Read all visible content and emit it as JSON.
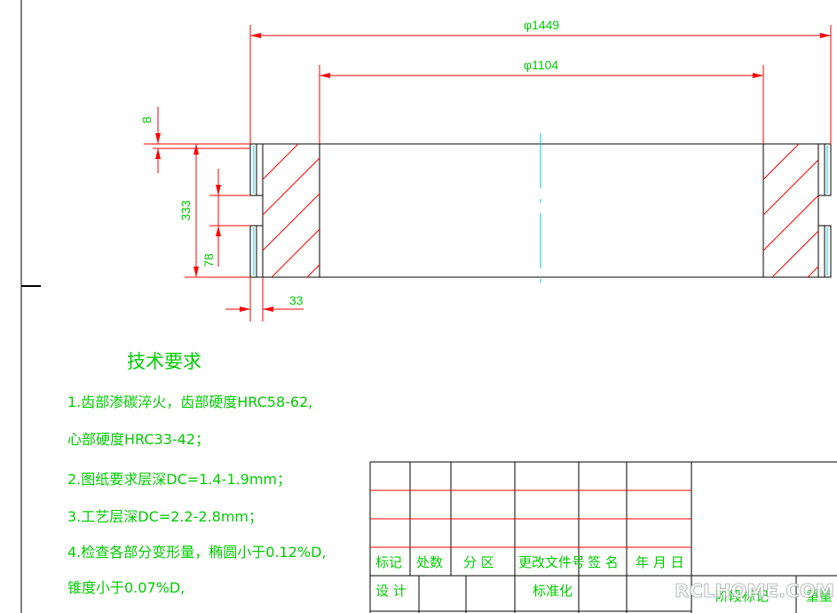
{
  "dimensions": {
    "outer_diameter": "φ1449",
    "inner_diameter": "φ1104",
    "top_offset": "8",
    "total_height": "333",
    "groove_height": "78",
    "groove_depth": "33"
  },
  "tech_requirements": {
    "title": "技术要求",
    "lines": [
      "1.齿部渗碳淬火，齿部硬度HRC58-62,",
      "心部硬度HRC33-42；",
      "2.图纸要求层深DC=1.4-1.9mm；",
      "3.工艺层深DC=2.2-2.8mm；",
      "4.检查各部分变形量，椭圆小于0.12%D,",
      "锥度小于0.07%D,"
    ]
  },
  "title_block": {
    "headers": [
      "标记",
      "处数",
      "分 区",
      "更改文件号",
      "签 名",
      "年 月 日"
    ],
    "design_label": "设 计",
    "standard_label": "标准化",
    "stage_label": "阶段标记",
    "weight_label": "重量"
  },
  "watermark": "RCLHOME.COM",
  "colors": {
    "dimension": "#ff0000",
    "text": "#00cc00",
    "centerline": "#00c8e0",
    "outline": "#000000",
    "hatch": "#ff0000"
  }
}
